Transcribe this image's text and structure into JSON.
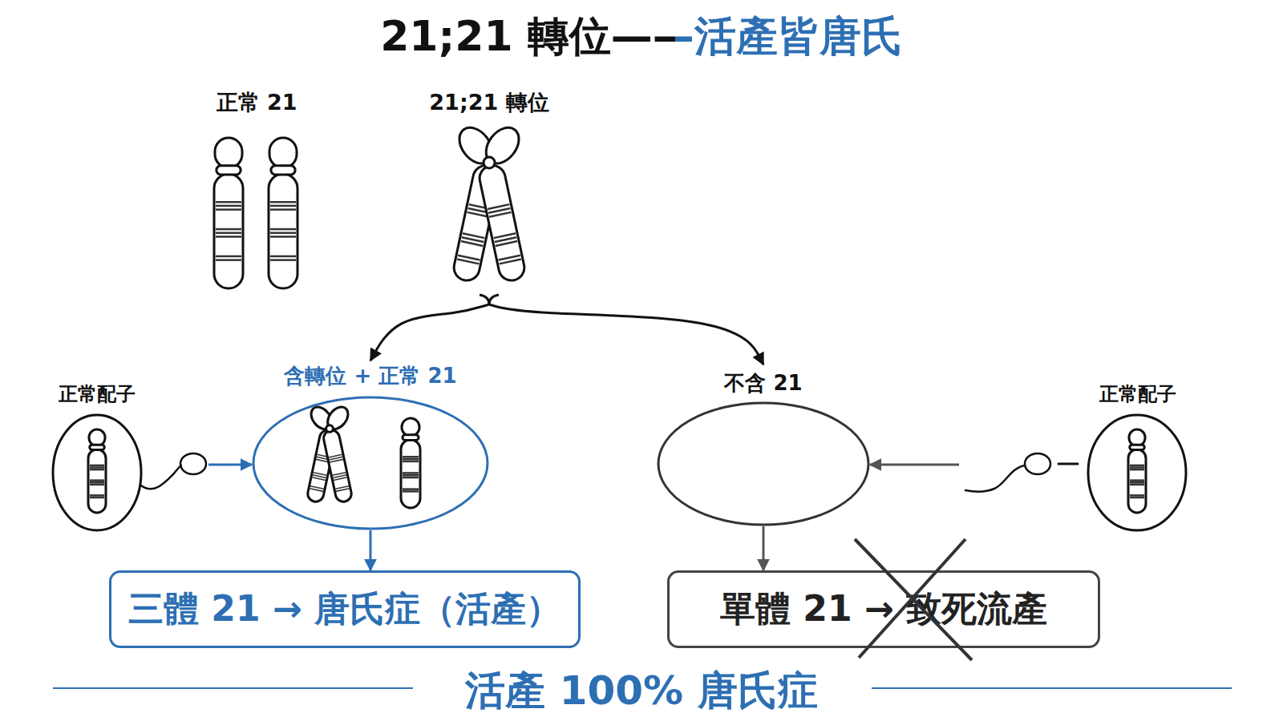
{
  "diagram": {
    "title": "21;21 轉位——活產皆唐氏",
    "nodes": [
      {
        "text": [
          "正常 21"
        ]
      },
      {
        "text": [
          "21;21 轉位"
        ]
      },
      {
        "text": [
          "正常配子"
        ]
      },
      {
        "text": [
          "含轉位 + 正常 21"
        ]
      },
      {
        "text": [
          "不含 21"
        ]
      },
      {
        "text": [
          "正常配子"
        ]
      },
      {
        "text": [
          "三體 21 → 唐氏症（活產）"
        ]
      },
      {
        "text": [
          "單體 21 → 致死流產"
        ]
      }
    ],
    "edges": [
      {
        "from": 1,
        "to": 3,
        "arrow": "to"
      },
      {
        "from": 1,
        "to": 4,
        "arrow": "to"
      },
      {
        "from": 2,
        "to": 3,
        "arrow": "to"
      },
      {
        "from": 5,
        "to": 4,
        "arrow": "to"
      },
      {
        "from": 3,
        "to": 6,
        "arrow": "to"
      },
      {
        "from": 4,
        "to": 7,
        "arrow": "to"
      }
    ],
    "labels": [
      "活產 100% 唐氏症"
    ]
  }
}
